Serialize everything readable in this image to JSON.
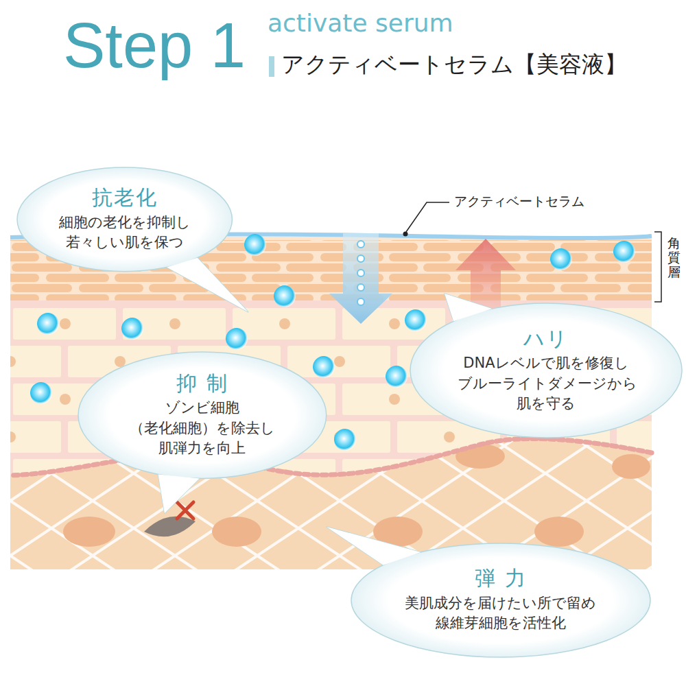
{
  "diagram": {
    "title": "Step 1",
    "nodes": [
      {
        "text": [
          "抗老化",
          "細胞の老化を抑制し 若々しい肌を保つ"
        ]
      },
      {
        "text": [
          "ハリ",
          "DNAレベルで肌を修復し ブルーライトダメージから 肌を守る"
        ]
      },
      {
        "text": [
          "抑 制",
          "ゾンビ細胞 （老化細胞）を除去し 肌弾力を向上"
        ]
      },
      {
        "text": [
          "弾 力",
          "美肌成分を届けたい所で留め 線維芽細胞を活性化"
        ]
      }
    ],
    "labels": [
      "activate serum",
      "アクティベートセラム【美容液】",
      "アクティベートセラム",
      "角質層"
    ]
  }
}
